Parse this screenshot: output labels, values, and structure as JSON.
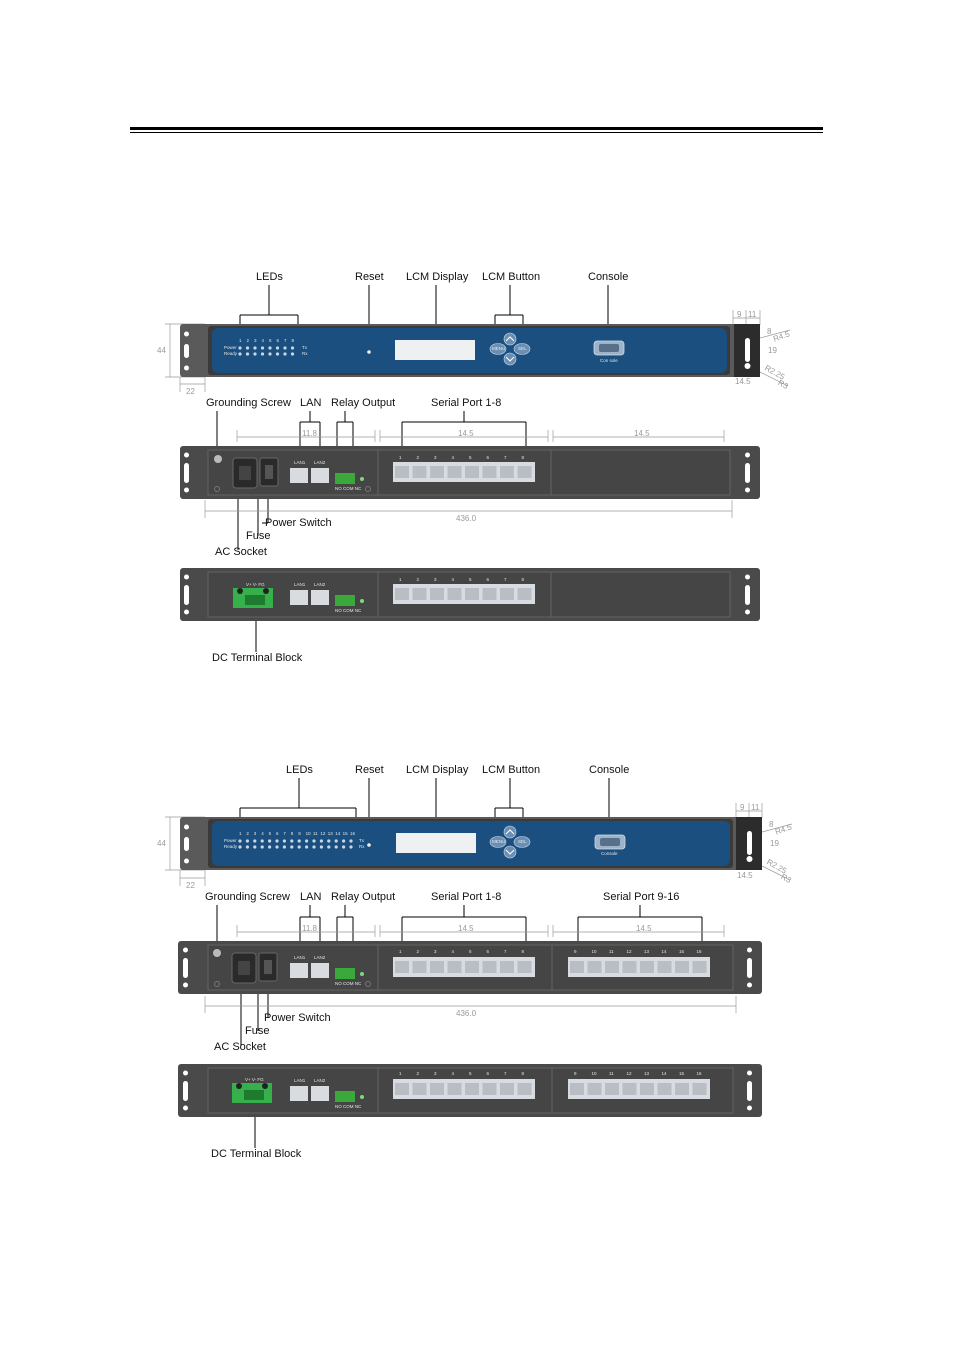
{
  "colors": {
    "panel_blue": "#1a4f80",
    "chassis_gray": "#4a4a4a",
    "terminal_green": "#3aa83a",
    "dc_block_green": "#36b04a"
  },
  "figure1": {
    "callouts": {
      "leds": "LEDs",
      "reset": "Reset",
      "lcm_display": "LCM Display",
      "lcm_button": "LCM Button",
      "console": "Console",
      "grounding_screw": "Grounding Screw",
      "lan": "LAN",
      "relay_output": "Relay Output",
      "serial_port": "Serial Port 1-8",
      "power_switch": "Power Switch",
      "fuse": "Fuse",
      "ac_socket": "AC Socket",
      "dc_terminal_block": "DC Terminal Block"
    },
    "dims": {
      "height": "44",
      "ear_width": "22",
      "side_a": "9",
      "side_b": "11",
      "side_c": "8",
      "r45": "R4.5",
      "d19": "19",
      "r225": "R2.25",
      "r3": "R3",
      "w145": "14.5",
      "w118": "11.8",
      "w145b": "14.5",
      "w145c": "14.5",
      "total": "436.0"
    },
    "panel": {
      "power": "Power",
      "ready": "Ready",
      "tx": "Tx",
      "rx": "Rx",
      "menu": "MENU",
      "sel": "SEL",
      "console_lbl": "Con sole",
      "led_nums": [
        "1",
        "2",
        "3",
        "4",
        "5",
        "6",
        "7",
        "8"
      ]
    },
    "rear": {
      "lan1": "LAN1",
      "lan2": "LAN2",
      "relay_lbl": "NO COM NC",
      "dc_lbl": "V+ V- FG",
      "port_nums": [
        "1",
        "2",
        "3",
        "4",
        "5",
        "6",
        "7",
        "8"
      ]
    }
  },
  "figure2": {
    "callouts": {
      "leds": "LEDs",
      "reset": "Reset",
      "lcm_display": "LCM Display",
      "lcm_button": "LCM Button",
      "console": "Console",
      "grounding_screw": "Grounding Screw",
      "lan": "LAN",
      "relay_output": "Relay Output",
      "serial_port": "Serial Port 1-8",
      "serial_port2": "Serial Port 9-16",
      "power_switch": "Power Switch",
      "fuse": "Fuse",
      "ac_socket": "AC Socket",
      "dc_terminal_block": "DC Terminal Block"
    },
    "dims": {
      "height": "44",
      "ear_width": "22",
      "side_a": "9",
      "side_b": "11",
      "side_c": "8",
      "r45": "R4.5",
      "d19": "19",
      "r225": "R2.25",
      "r3": "R3",
      "w145": "14.5",
      "w118": "11.8",
      "w145b": "14.5",
      "w145c": "14.5",
      "total": "436.0"
    },
    "panel": {
      "power": "Power",
      "ready": "Ready",
      "tx": "Tx",
      "rx": "Rx",
      "menu": "MENU",
      "sel": "SEL",
      "console_lbl": "Console",
      "led_nums": [
        "1",
        "2",
        "3",
        "4",
        "5",
        "6",
        "7",
        "8",
        "9",
        "10",
        "11",
        "12",
        "13",
        "14",
        "15",
        "16"
      ]
    },
    "rear": {
      "lan1": "LAN1",
      "lan2": "LAN2",
      "relay_lbl": "NO COM NC",
      "dc_lbl": "V+ V- FG",
      "port_nums": [
        "1",
        "2",
        "3",
        "4",
        "5",
        "6",
        "7",
        "8"
      ],
      "port_nums2": [
        "9",
        "10",
        "11",
        "12",
        "13",
        "14",
        "15",
        "16"
      ]
    }
  }
}
